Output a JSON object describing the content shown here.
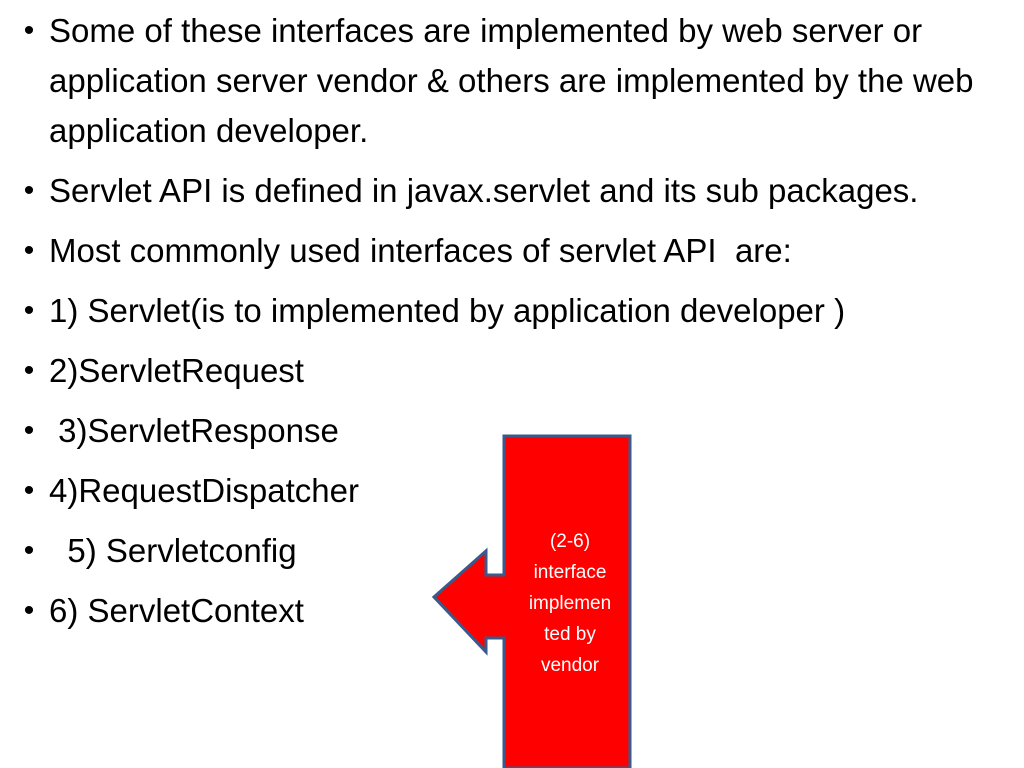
{
  "bullets": [
    {
      "marker": "•",
      "text": "Some of these interfaces are implemented by web server or application server vendor & others are implemented by the web application developer."
    },
    {
      "marker": "•",
      "text": "Servlet API is defined in javax.servlet and its sub packages."
    },
    {
      "marker": "•",
      "text": "Most commonly used interfaces of servlet API  are:"
    },
    {
      "marker": "•",
      "text": "1) Servlet(is to implemented by application developer )"
    },
    {
      "marker": "•",
      "text": "2)ServletRequest"
    },
    {
      "marker": "•",
      "text": " 3)ServletResponse"
    },
    {
      "marker": "•",
      "text": "4)RequestDispatcher"
    },
    {
      "marker": "•",
      "text": "  5) Servletconfig"
    },
    {
      "marker": "•",
      "text": "6) ServletContext"
    }
  ],
  "callout": {
    "text": "(2-6)\ninterface\nimplemen\nted by\nvendor",
    "fill_color": "#ff0000",
    "border_color": "#3a5a8c",
    "text_color": "#ffffff",
    "shape": "left-arrow-callout"
  }
}
